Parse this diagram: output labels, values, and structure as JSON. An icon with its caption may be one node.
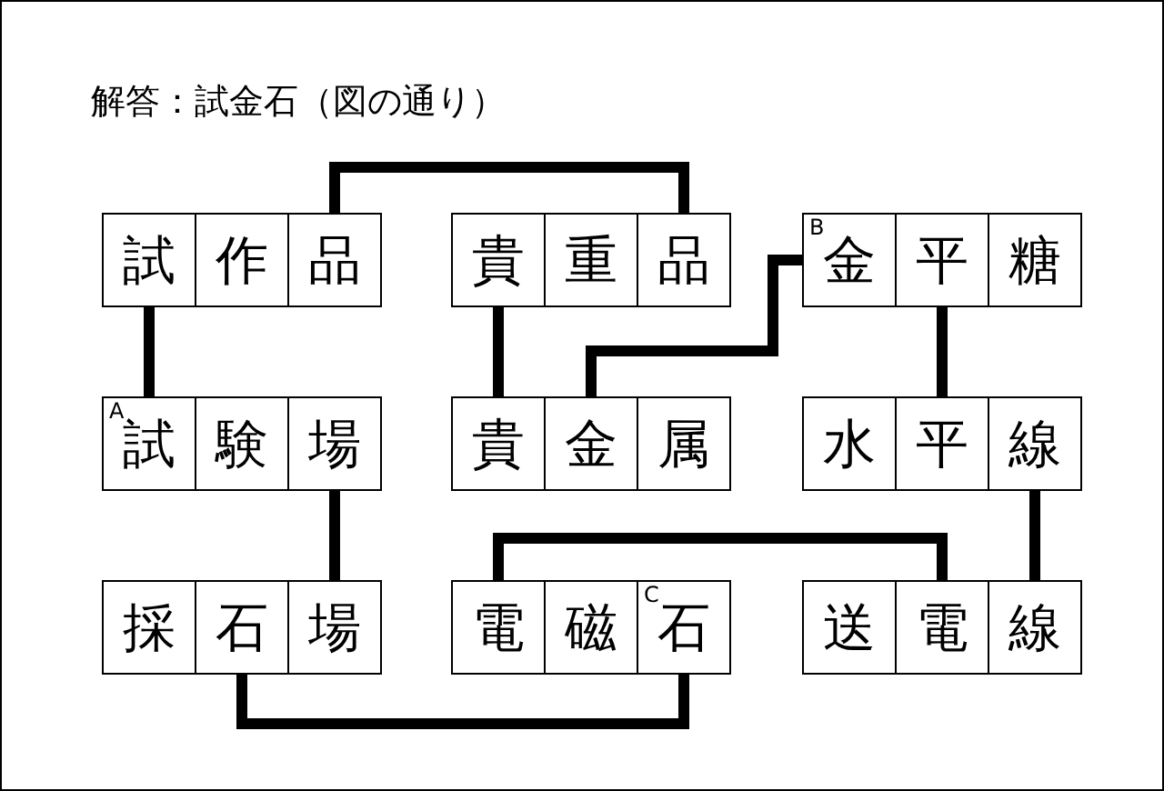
{
  "diagram": {
    "title": "解答：試金石（図の通り）",
    "nodes": [
      {
        "text": [
          "試"
        ]
      },
      {
        "text": [
          "作"
        ]
      },
      {
        "text": [
          "品"
        ]
      },
      {
        "text": [
          "貴"
        ]
      },
      {
        "text": [
          "重"
        ]
      },
      {
        "text": [
          "品"
        ]
      },
      {
        "text": [
          "B",
          "金"
        ]
      },
      {
        "text": [
          "平"
        ]
      },
      {
        "text": [
          "糖"
        ]
      },
      {
        "text": [
          "A",
          "試"
        ]
      },
      {
        "text": [
          "験"
        ]
      },
      {
        "text": [
          "場"
        ]
      },
      {
        "text": [
          "貴"
        ]
      },
      {
        "text": [
          "金"
        ]
      },
      {
        "text": [
          "属"
        ]
      },
      {
        "text": [
          "水"
        ]
      },
      {
        "text": [
          "平"
        ]
      },
      {
        "text": [
          "線"
        ]
      },
      {
        "text": [
          "採"
        ]
      },
      {
        "text": [
          "石"
        ]
      },
      {
        "text": [
          "場"
        ]
      },
      {
        "text": [
          "電"
        ]
      },
      {
        "text": [
          "磁"
        ]
      },
      {
        "text": [
          "C",
          "石"
        ]
      },
      {
        "text": [
          "送"
        ]
      },
      {
        "text": [
          "電"
        ]
      },
      {
        "text": [
          "線"
        ]
      }
    ],
    "edges": [
      {
        "from": 2,
        "to": 5,
        "arrow": "none"
      },
      {
        "from": 0,
        "to": 9,
        "arrow": "none"
      },
      {
        "from": 3,
        "to": 12,
        "arrow": "none"
      },
      {
        "from": 13,
        "to": 6,
        "arrow": "none"
      },
      {
        "from": 7,
        "to": 16,
        "arrow": "none"
      },
      {
        "from": 11,
        "to": 20,
        "arrow": "none"
      },
      {
        "from": 17,
        "to": 26,
        "arrow": "none"
      },
      {
        "from": 21,
        "to": 25,
        "arrow": "none"
      },
      {
        "from": 19,
        "to": 23,
        "arrow": "none"
      }
    ]
  }
}
